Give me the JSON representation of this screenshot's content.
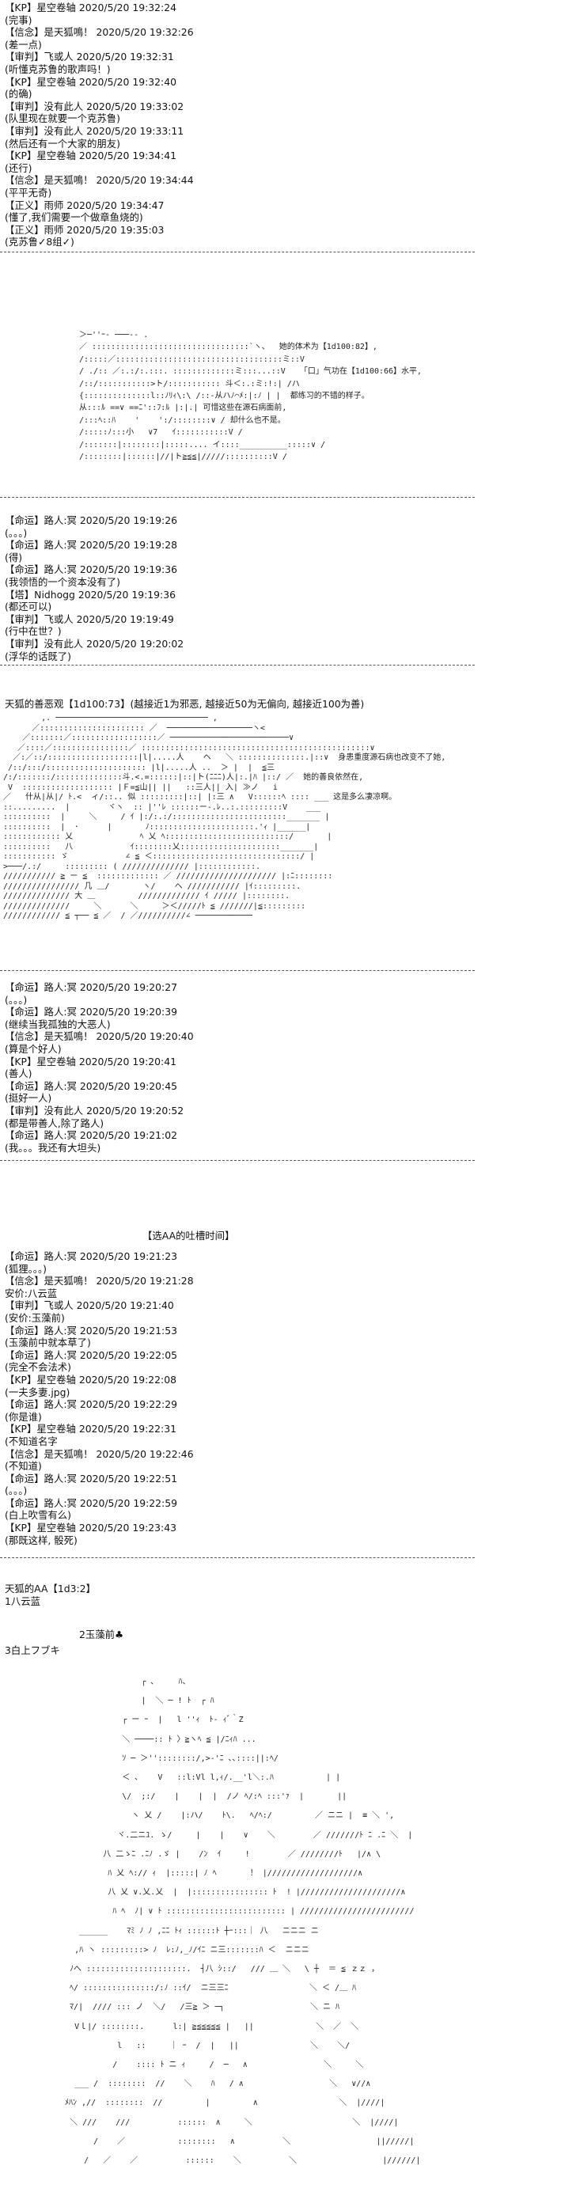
{
  "block1": [
    "【KP】星空卷轴 2020/5/20 19:32:24",
    "(完事)",
    "【信念】是天狐鳴！ 2020/5/20 19:32:26",
    "(差一点)",
    "【审判】飞或人 2020/5/20 19:32:31",
    "(听懂克苏鲁的歌声吗！)",
    "【KP】星空卷轴 2020/5/20 19:32:40",
    "(的确)",
    "【审判】没有此人 2020/5/20 19:33:02",
    "(队里现在就要一个克苏鲁)",
    "【审判】没有此人 2020/5/20 19:33:11",
    "(然后还有一个大家的朋友)",
    "【KP】星空卷轴 2020/5/20 19:34:41",
    "(还行)",
    "【信念】是天狐鳴！ 2020/5/20 19:34:44",
    "(平平无奇)",
    "【正义】雨师 2020/5/20 19:34:47",
    "(懂了,我们需要一个做章鱼烧的)",
    "【正义】雨师 2020/5/20 19:35:03",
    "(克苏鲁✓8组✓)"
  ],
  "aa1": [
    "＞─''ｰ‐ ───-- .",
    "／ :::::::::::::::::::::::::::::::::`ヽ、  她的体术为【1d100:82】,",
    "/:::::／:::::::::::::::::::::::::::::::::::ミ::V",
    "/ ./:: ／:.:/:.:::. :::::::::::::ミ:::...::V   「口」气功在【1d100:66】水平,",
    "/::/:::::::::::>ト/::::::::::: 斗＜:.:ミ:!:| /ハ",
    "{::::::::::::::l::ﾉﾘｨ\\:\\ /::-从ハﾉ⌒ﾒ:|:ﾉ | |  都练习的不错的样子。",
    "从:::ﾙ ==∨ ==ﾆ'::ﾌ:ﾙ |:|.| 可惜这些在源石病面前,",
    "/:::ﾍ::ﾊ    '    ':/::::::::∨ / 却什么也不是。",
    "/:::::ﾉ:::小   ∨7   ｲ:::::::::::V /",
    "/:::::::|::::::::|:::::.... イ::::__________:::::∨ /",
    "/::::::::|::::::|//|ト≧≦≦|/////::::::::::V /"
  ],
  "block2": [
    "【命运】路人:冥 2020/5/20 19:19:26",
    "(。。。)",
    "【命运】路人:冥 2020/5/20 19:19:28",
    "(得)",
    "【命运】路人:冥 2020/5/20 19:19:36",
    "(我领悟的一个资本没有了)",
    "【塔】Nidhogg 2020/5/20 19:19:36",
    "(都还可以)",
    "【审判】飞或人 2020/5/20 19:19:49",
    "(行中在世？)",
    "【审判】没有此人 2020/5/20 19:20:02",
    "(浮华的话既了)"
  ],
  "block3_title": "天狐的善恶观【1d100:73】(越接近1为邪恶, 越接近50为无偏向, 越接近100为善)",
  "aa2": [
    "        ,. ──────────────────────────────── ,",
    "      ／:::::::::::::::::::::: ／  ──────────────────ヽ<",
    "    ／:::::::／::::::::::::::::::／ ─────────────────────────∨",
    "   ／::::／::::::::::::::::／ ::::::::::::::::::::::::::::::::::::::::::::::::∨",
    "  ／:／::/:::::::::::::::::::|l|.....人    ヘ   ＼ ::::::::::::::.|::∨  身患重度源石病也改变不了她,",
    " /::/:::/::::::::::::::::::::: |l|.....人 ..  ＞ |  |  ≦三",
    "/:/:::::::/::::::::::::::斗.<.=::::::|::|ト(ﾆﾆﾆ)人|:.|ﾊ |::/ ／  她的善良依然在,",
    " V  ::::::::::::::::::: |Ｆ=≦山|| ||   ::三人|| 入| ≫ノ   i",
    "／   什从|从|/ ﾄ.<  ィ/::.. 似 :::::::::|::| |:三 ∧   V::::::ﾍ :::: ___ 这是多么凄凉啊。",
    "::.........  |        ヾヽ  :: |''ﾚ ::::::ー-.ﾚ..:.:::::::::V    ___",
    "::::::::::  |     ＼     / ｲ |:/:.:/::::::::::::::::::::::::_______ |",
    "::::::::::  |  ･      |       ﾉ::::::::::::::::::::::.'ｨ |______|",
    ":::::::::::: 乂              ﾍ 乂 ﾍ::::::::::::::::::::::::::/       |",
    "::::::::::   八            ｲ::::::::乂:::::::::::::::::::::_______|",
    "::::::::::: ゞ            ∠ ≦ ＜:::::::::::::::::::::::::::::::/ |",
    ">───/.:/     ::::::::: ( ////////////// |::::::::::::.",
    "/////////// ≧ ー ≦  ::::::::::::: ／ ///////////////////// |:ﾆ::::::::",
    "//////////////// 几 ＿/       ヽ/    ヘ /////////// |ｲ:::::::::.",
    "////////////// 大 ＿         ///////////// ｲ ///// |::::::::.",
    "//////////////     ＼      ＼     ＞＜/////ﾄ ≦ ///////|≦:::::::::",
    "//////////// ≦ ┬── ≦ ／  / ／//////////∠ ────────────"
  ],
  "block4": [
    "【命运】路人:冥 2020/5/20 19:20:27",
    "(。。。)",
    "【命运】路人:冥 2020/5/20 19:20:39",
    "(继续当我孤独的大恶人)",
    "【信念】是天狐鳴！ 2020/5/20 19:20:40",
    "(算是个好人)",
    "【KP】星空卷轴 2020/5/20 19:20:41",
    "(善人)",
    "【命运】路人:冥 2020/5/20 19:20:45",
    "(挺好一人)",
    "【审判】没有此人 2020/5/20 19:20:52",
    "(都是带善人,除了路人)",
    "【命运】路人:冥 2020/5/20 19:21:02",
    "(我。。。我还有大坦头)"
  ],
  "heading": "【选AA的吐槽时间】",
  "block5": [
    "【命运】路人:冥 2020/5/20 19:21:23",
    "(狐狸。。。)",
    "【信念】是天狐鳴！ 2020/5/20 19:21:28",
    "安价:八云蓝",
    "【审判】飞或人 2020/5/20 19:21:40",
    "(安价:玉藻前)",
    "【命运】路人:冥 2020/5/20 19:21:53",
    "(玉藻前中就本草了)",
    "【命运】路人:冥 2020/5/20 19:22:05",
    "(完全不会法术)",
    "【KP】星空卷轴 2020/5/20 19:22:08",
    "(一夫多妻.jpg)",
    "【命运】路人:冥 2020/5/20 19:22:29",
    "(你是谁)",
    "【KP】星空卷轴 2020/5/20 19:22:31",
    "(不知道名字",
    "【信念】是天狐鳴！ 2020/5/20 19:22:46",
    "(不知道)",
    "【命运】路人:冥 2020/5/20 19:22:51",
    "(。。。)",
    "【命运】路人:冥 2020/5/20 19:22:59",
    "(白上吹雪有么)",
    "【KP】星空卷轴 2020/5/20 19:23:43",
    "(那既这样, 骰死)"
  ],
  "block6": [
    "天狐的AA【1d3:2】",
    "1八云蓝"
  ],
  "note_2": "2玉藻前♣",
  "note_3": "3白上フブキ",
  "aa3": [
    "                  ┌ ､     ﾊ、",
    "                  |  ＼ ─ ! ﾄ  ┌ ﾊ",
    "              ┌ ー ｰ  |   l ''ｨ  ﾄ- ｨﾞ｀Z",
    "              ＼ ────:: ﾄ 〉≧ヽﾍ ≦ |/ﾆｨﾊ ...",
    "              ｿ ─ ＞''::::::::/,>-'ﾆ ､､::::||:ﾍ/",
    "              ＜ ､    V   ::l:Vl l,ｨ/.__'l＼:.ﾊ           | |",
    "              \\/  ;:/    |    |  |  /ノ ﾍ/:ﾍ :::'ｧ  |       ||",
    "                ヽ 乂 /    |:ハ/    ﾄ\\.   ﾍ/ﾍ:/         ／ ニニ |  ≡ ＼ ',",
    "             ヾ.二ニﾕ. ゝ/     |    |    ∨    ＼        ／ ///////ﾄ ﾆ .ﾆ ＼  |",
    "          八 二ゝﾆ .ﾆﾉ .ゞ |    /ﾝ  ｲ     !        ／ ////////ﾄ   |/∧ \\",
    "           ﾊ 乂 ﾍ:// ｨ  |:::::| ﾉ ﾍ       ！ |///////////////////∧",
    "           八 乂 ∨.乂.乂  |  |:::::::::::::::: ﾄ  ! |/////////////////////∧",
    "            ﾊ ﾍ  ﾉ| ∨ ﾄ ::::::::::::::::::::::::: | ////////////////////////",
    "     ______    ﾏﾐ ﾉ ﾉ ,ﾆﾆ ﾄｨ ::::::ﾄ ┼ｰ:::｜ 八   ニニニ ニ",
    "    ,ﾊ ヽ :::::::::> ﾉ  ﾚ:ﾉ,_ﾉ/ｲﾆ ニ三:::::::ﾊ ＜  ニニニ",
    "   ﾉへ :::::::::::::::::::::.  ┤八 ｼ::/   /// ＿ ＼   \\ ┼  ＝ ≦ ｚｚ ，",
    "   ﾍ/ :::::::::::::::/:ﾉ ::ｲ/  ニ三三ﾆ                 ＼ ＜ /＿ ﾊ",
    "   ﾏ/|  //// ::: ノ  ＼/   /三≧ ＞ ─┐                  ＼ ニ ﾊ",
    "    Vｌ|/ ::::::::.      l:| ≧≦≦≦≦≦ |   ||             ＼  ／  ＼",
    "             l   ::     ｜ ｰ  /  |   ||               ＼    ＼/",
    "            /    :::: ﾄ ニ ｨ     /  ─   ∧                ＼     ＼",
    "    ___ /  ::::::::  //    ＼    ﾊ   / ∧                  ＼   ∨//∧",
    "  ﾒﾊﾝ ,//  ::::::::  //         |         ∧                 ＼  |////|",
    "   ＼ ///    ///          ::::::  ∧     ＼                     ＼  |////|",
    "        /    ／           ::::::::   ∧          ＼                  ||/////|",
    "      /   ／    ／          ::::::    ＼          ＼                  |//////|"
  ]
}
